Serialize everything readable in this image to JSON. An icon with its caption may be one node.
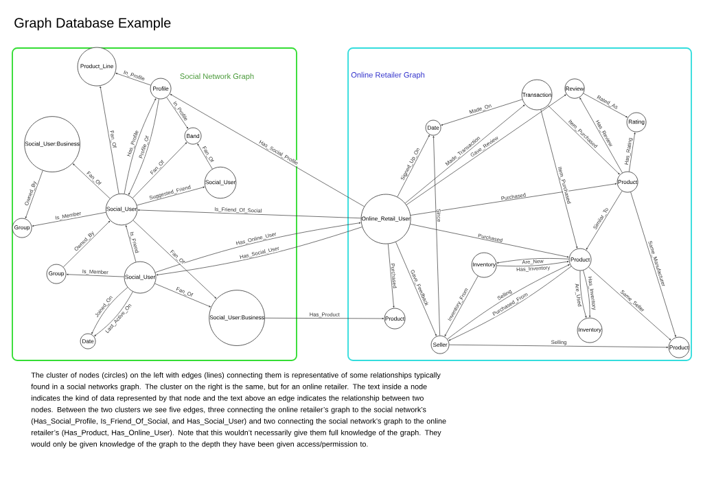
{
  "diagram": {
    "title": "Graph Database Example",
    "nodes": [
      {
        "text": [
          "Social Network Graph"
        ]
      },
      {
        "text": [
          "Online Retailer Graph"
        ]
      },
      {
        "text": [
          "Product_Line"
        ],
        "in": 0
      },
      {
        "text": [
          "Profile"
        ],
        "in": 0
      },
      {
        "text": [
          "Band"
        ],
        "in": 0
      },
      {
        "text": [
          "Social_User:Business"
        ],
        "in": 0
      },
      {
        "text": [
          "Social_User"
        ],
        "in": 0
      },
      {
        "text": [
          "Social_User"
        ],
        "in": 0
      },
      {
        "text": [
          "Group"
        ],
        "in": 0
      },
      {
        "text": [
          "Group"
        ],
        "in": 0
      },
      {
        "text": [
          "Social_User"
        ],
        "in": 0
      },
      {
        "text": [
          "Date"
        ],
        "in": 0
      },
      {
        "text": [
          "Social_User:Business"
        ],
        "in": 0
      },
      {
        "text": [
          "Online_Retail_User"
        ],
        "in": 1
      },
      {
        "text": [
          "Date"
        ],
        "in": 1
      },
      {
        "text": [
          "Transaction"
        ],
        "in": 1
      },
      {
        "text": [
          "Review"
        ],
        "in": 1
      },
      {
        "text": [
          "Rating"
        ],
        "in": 1
      },
      {
        "text": [
          "Product"
        ],
        "in": 1
      },
      {
        "text": [
          "Product"
        ],
        "in": 1
      },
      {
        "text": [
          "Inventory"
        ],
        "in": 1
      },
      {
        "text": [
          "Product"
        ],
        "in": 1
      },
      {
        "text": [
          "Inventory"
        ],
        "in": 1
      },
      {
        "text": [
          "Seller"
        ],
        "in": 1
      },
      {
        "text": [
          "Product"
        ],
        "in": 1
      }
    ],
    "edges": [
      {
        "from": 3,
        "to": 2,
        "arrow": "to",
        "label": "In_Profile"
      },
      {
        "from": 3,
        "to": 4,
        "arrow": "to",
        "label": "In_Profile"
      },
      {
        "from": 13,
        "to": 3,
        "arrow": "to",
        "label": "Has_Social_Profile"
      },
      {
        "from": 7,
        "to": 2,
        "arrow": "to",
        "label": "Fan_Of"
      },
      {
        "from": 7,
        "to": 3,
        "arrow": "to",
        "label": "Has_Profile"
      },
      {
        "from": 3,
        "to": 7,
        "arrow": "to",
        "label": "Profile_Of"
      },
      {
        "from": 7,
        "to": 4,
        "arrow": "to",
        "label": "Fan_Of"
      },
      {
        "from": 6,
        "to": 4,
        "arrow": "to",
        "label": "Fan_Of"
      },
      {
        "from": 7,
        "to": 5,
        "arrow": "to",
        "label": "Fan_Of"
      },
      {
        "from": 7,
        "to": 6,
        "arrow": "to",
        "label": "Suggested_Friend"
      },
      {
        "from": 5,
        "to": 8,
        "arrow": "to",
        "label": "Owned_By"
      },
      {
        "from": 7,
        "to": 8,
        "arrow": "to",
        "label": "Is_Member"
      },
      {
        "from": 13,
        "to": 7,
        "arrow": "to",
        "label": "Is_Friend_Of_Social"
      },
      {
        "from": 9,
        "to": 7,
        "arrow": "to",
        "label": "Owned_By"
      },
      {
        "from": 10,
        "to": 7,
        "arrow": "to",
        "label": "Is_Friend"
      },
      {
        "from": 7,
        "to": 12,
        "arrow": "to",
        "label": "Fan_Of"
      },
      {
        "from": 10,
        "to": 9,
        "arrow": "to",
        "label": "Is_Member"
      },
      {
        "from": 10,
        "to": 11,
        "arrow": "to",
        "label": "Last_Active_On"
      },
      {
        "from": 10,
        "to": 11,
        "arrow": "to",
        "label": "Joined_On"
      },
      {
        "from": 10,
        "to": 12,
        "arrow": "to",
        "label": "Fan_Of"
      },
      {
        "from": 10,
        "to": 13,
        "arrow": "to",
        "label": "Has_Online_User"
      },
      {
        "from": 13,
        "to": 10,
        "arrow": "to",
        "label": "Has_Social_User"
      },
      {
        "from": 12,
        "to": 19,
        "arrow": "to",
        "label": "Has_Product"
      },
      {
        "from": 13,
        "to": 14,
        "arrow": "to",
        "label": "Signed_Up_On"
      },
      {
        "from": 15,
        "to": 14,
        "arrow": "to",
        "label": "Made_On"
      },
      {
        "from": 13,
        "to": 15,
        "arrow": "to",
        "label": "Made_Transaction"
      },
      {
        "from": 13,
        "to": 16,
        "arrow": "to",
        "label": "Gave_Review"
      },
      {
        "from": 16,
        "to": 17,
        "arrow": "to",
        "label": "Rated_As"
      },
      {
        "from": 15,
        "to": 18,
        "arrow": "to",
        "label": "Item_Purchased"
      },
      {
        "from": 18,
        "to": 16,
        "arrow": "to",
        "label": "Has_Review"
      },
      {
        "from": 18,
        "to": 17,
        "arrow": "to",
        "label": "Has_Rating"
      },
      {
        "from": 13,
        "to": 18,
        "arrow": "to",
        "label": "Purchased"
      },
      {
        "from": 15,
        "to": 21,
        "arrow": "to",
        "label": "Item_Purchased"
      },
      {
        "from": 18,
        "to": 21,
        "arrow": "to",
        "label": "Similar_To"
      },
      {
        "from": 18,
        "to": 24,
        "arrow": "to",
        "label": "Same_Manufacturer"
      },
      {
        "from": 13,
        "to": 21,
        "arrow": "to",
        "label": "Purchased"
      },
      {
        "from": 13,
        "to": 19,
        "arrow": "to",
        "label": "Purchased"
      },
      {
        "from": 13,
        "to": 23,
        "arrow": "to",
        "label": "Gave_Feedback"
      },
      {
        "from": 23,
        "to": 14,
        "arrow": "to",
        "label": "Since"
      },
      {
        "from": 21,
        "to": 20,
        "arrow": "to",
        "label": "Are_New"
      },
      {
        "from": 20,
        "to": 21,
        "arrow": "to",
        "label": "Has_Inventory"
      },
      {
        "from": 20,
        "to": 23,
        "arrow": "to",
        "label": "Inventory_From"
      },
      {
        "from": 23,
        "to": 21,
        "arrow": "to",
        "label": "Selling"
      },
      {
        "from": 21,
        "to": 23,
        "arrow": "to",
        "label": "Purchased_From"
      },
      {
        "from": 21,
        "to": 22,
        "arrow": "to",
        "label": "Are_Used"
      },
      {
        "from": 21,
        "to": 22,
        "arrow": "to",
        "label": "Has_Inventory"
      },
      {
        "from": 21,
        "to": 24,
        "arrow": "to",
        "label": "Same_Seller"
      },
      {
        "from": 23,
        "to": 24,
        "arrow": "to",
        "label": "Selling"
      }
    ],
    "labels": [
      "The cluster of nodes (circles) on the left with edges (lines) connecting them is representative of some relationships typically found in a social networks graph. The cluster on the right is the same, but for an online retailer. The text inside a node indicates the kind of data represented by that node and the text above an edge indicates the relationship between two nodes. Between the two clusters we see five edges, three connecting the online retailer’s graph to the social network’s (Has_Social_Profile, Is_Friend_Of_Social, and Has_Social_User) and two connecting the social network’s graph to the online retailer’s (Has_Product, Has_Online_User). Note that this wouldn’t necessarily give them full knowledge of the graph. They would only be given knowledge of the graph to the depth they have been given access/permission to."
    ]
  }
}
